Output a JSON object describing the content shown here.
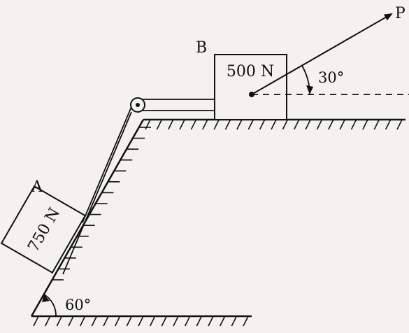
{
  "block_a": {
    "label": "A",
    "weight": "750 N"
  },
  "block_b": {
    "label": "B",
    "weight": "500 N"
  },
  "force": {
    "label": "P",
    "angle": "30°"
  },
  "incline": {
    "angle": "60°"
  },
  "colors": {
    "ink": "#111111",
    "background": "#f3f2ef"
  }
}
